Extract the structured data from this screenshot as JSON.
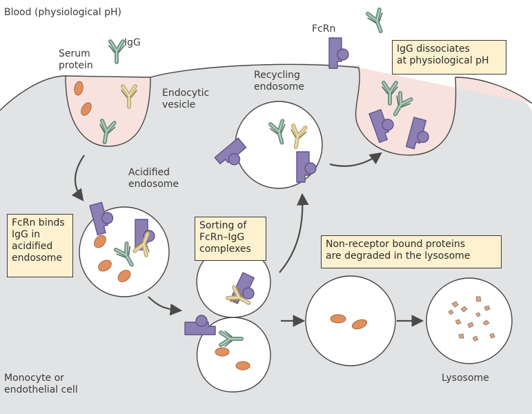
{
  "labels": {
    "blood": "Blood (physiological pH)",
    "serum_protein": "Serum\nprotein",
    "igg": "IgG",
    "fcrn": "FcRn",
    "endocytic_vesicle": "Endocytic\nvesicle",
    "recycling_endosome": "Recycling\nendosome",
    "acidified_endosome": "Acidified\nendosome",
    "cell": "Monocyte or\nendothelial cell",
    "lysosome": "Lysosome"
  },
  "boxes": {
    "dissociates": "IgG dissociates\nat physiological pH",
    "binds": "FcRn binds\nIgG in\nacidified\nendosome",
    "sorting": "Sorting of\nFcRn–IgG\ncomplexes",
    "degraded": "Non-receptor bound proteins\nare degraded in the lysosome"
  },
  "colors": {
    "cytoplasm": "#e2e3e4",
    "blood": "#ffffff",
    "vesicle_pink": "#f7e2de",
    "fcrn": "#8c7fb3",
    "fcrn_dark": "#6a5e91",
    "protein": "#e0905e",
    "box_fill": "#fdf1cf",
    "igg_green": "#6f9583",
    "igg_tan": "#c7b27a"
  }
}
